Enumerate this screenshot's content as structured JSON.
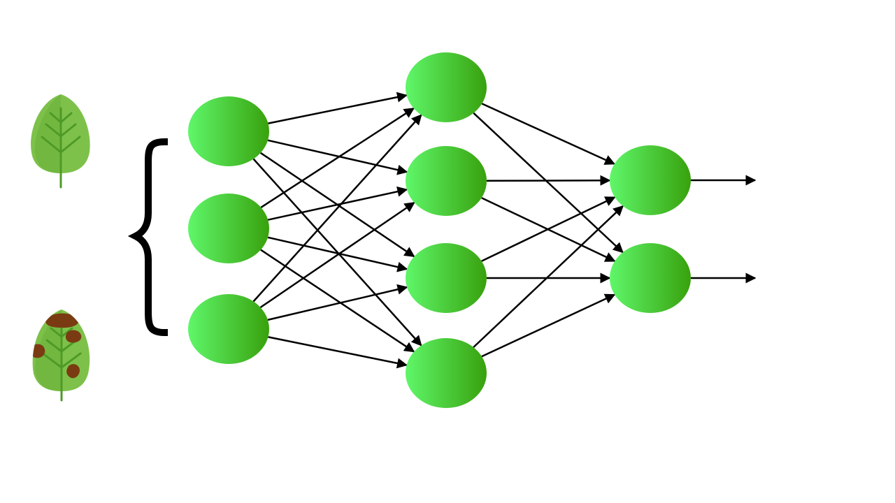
{
  "diagram": {
    "type": "neural-network",
    "layers": [
      {
        "name": "input",
        "nodes": 3
      },
      {
        "name": "hidden",
        "nodes": 4
      },
      {
        "name": "output",
        "nodes": 2
      }
    ],
    "connections": "fully-connected",
    "output_arrows": 2,
    "inputs": [
      {
        "icon": "healthy-leaf-icon"
      },
      {
        "icon": "diseased-leaf-icon"
      }
    ],
    "brace_icon": "curly-brace-icon"
  },
  "colors": {
    "node_light": "#5ff76a",
    "node_dark": "#38a10d",
    "arrow": "#000000",
    "leaf_light": "#7dc14a",
    "leaf_dark": "#5aa52c",
    "leaf_vein": "#3f8f1f",
    "spot": "#7a3b12"
  }
}
